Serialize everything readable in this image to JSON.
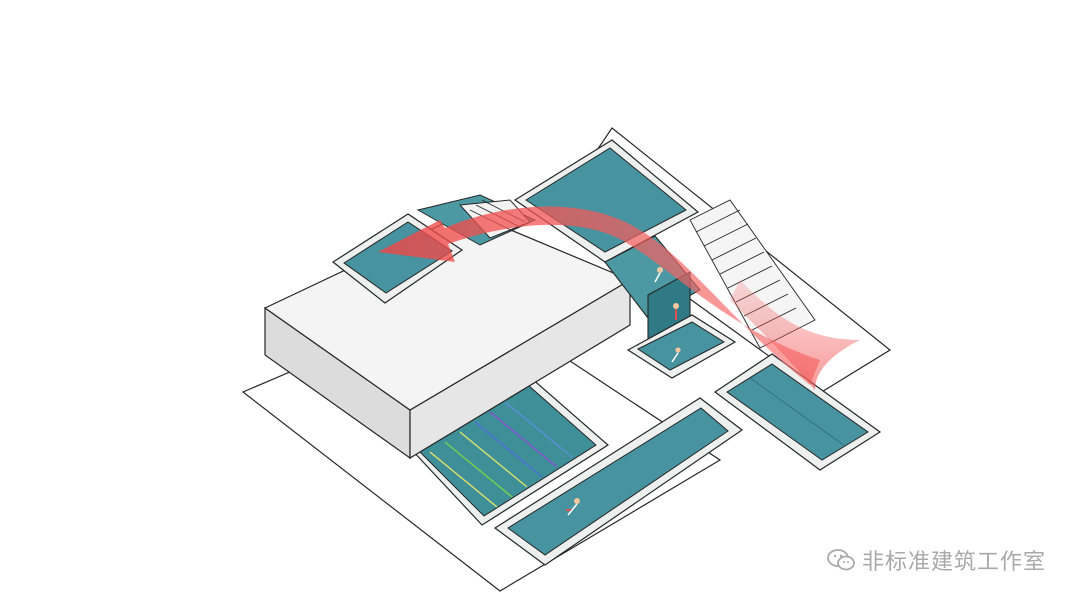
{
  "diagram": {
    "type": "isometric-architecture",
    "colors": {
      "water": "#3f8f99",
      "water_light": "#5aa6b0",
      "pool_rim": "#eef0ef",
      "building_top": "#f2f2f2",
      "building_side": "#e2e2e2",
      "building_front": "#d3d3d3",
      "outline": "#262626",
      "flow_arrow": "#ef4444",
      "watermark": "#a9a9a9"
    },
    "elements": [
      "site-base",
      "main-building",
      "rooftop-pool",
      "upper-pool",
      "waterfall-channel",
      "diving-pool",
      "lap-pool",
      "long-pool",
      "side-pool",
      "terraced-stairs",
      "flow-arrow"
    ]
  },
  "watermark": {
    "text": "非标准建筑工作室",
    "icon": "wechat-icon"
  }
}
